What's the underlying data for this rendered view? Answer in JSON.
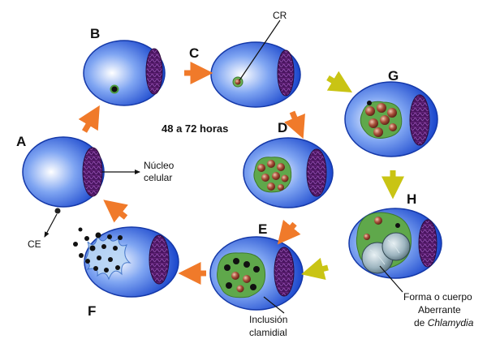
{
  "stages": {
    "A": "A",
    "B": "B",
    "C": "C",
    "D": "D",
    "E": "E",
    "F": "F",
    "G": "G",
    "H": "H"
  },
  "labels": {
    "cr": "CR",
    "ce": "CE",
    "timing": "48 a 72 horas",
    "nucleus_line1": "Núcleo",
    "nucleus_line2": "celular",
    "inclusion_line1": "Inclusión",
    "inclusion_line2": "clamidial",
    "aberrant_line1": "Forma o cuerpo",
    "aberrant_line2": "Aberrante",
    "aberrant_line3_prefix": "de ",
    "aberrant_line3_italic": "Chlamydia"
  },
  "colors": {
    "cell_blue": "#1f4fd8",
    "nucleus_purple": "#5b1a6e",
    "inclusion_green": "#5fa84b",
    "orange_arrow": "#f07a2a",
    "yellow_arrow": "#c9c414",
    "body_brown": "#8a3a28"
  }
}
